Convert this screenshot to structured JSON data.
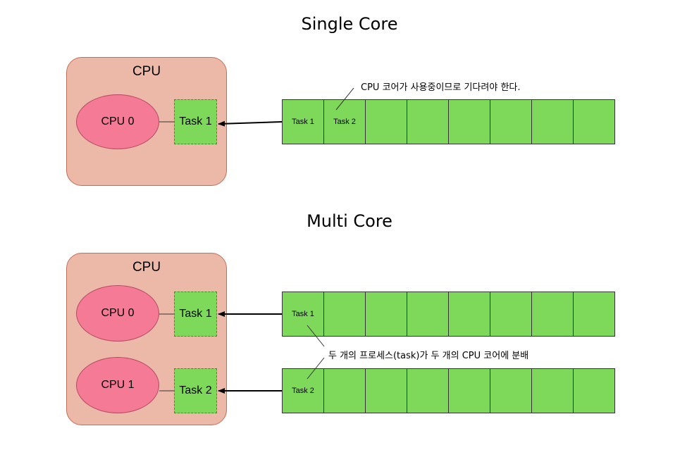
{
  "single": {
    "title": "Single Core",
    "cpu_label": "CPU",
    "core0": "CPU 0",
    "task": "Task 1",
    "queue": [
      "Task 1",
      "Task 2",
      "",
      "",
      "",
      "",
      "",
      ""
    ],
    "note": "CPU 코어가 사용중이므로 기다려야 한다."
  },
  "multi": {
    "title": "Multi Core",
    "cpu_label": "CPU",
    "core0": "CPU 0",
    "core1": "CPU 1",
    "task1": "Task 1",
    "task2": "Task 2",
    "queue1": [
      "Task 1",
      "",
      "",
      "",
      "",
      "",
      "",
      ""
    ],
    "queue2": [
      "Task 2",
      "",
      "",
      "",
      "",
      "",
      "",
      ""
    ],
    "note": "두 개의 프로세스(task)가 두 개의 CPU 코어에 분배"
  },
  "colors": {
    "cpu_box": "#ecb8a8",
    "core": "#f47a96",
    "task": "#7ed85a"
  }
}
